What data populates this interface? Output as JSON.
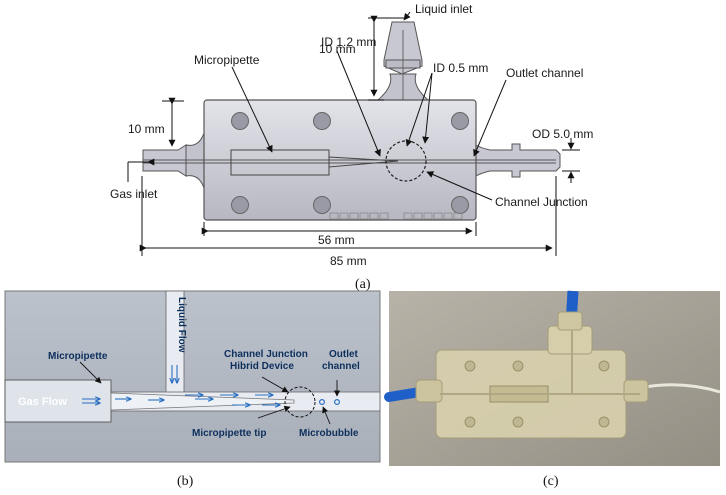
{
  "panel_a": {
    "caption": "(a)",
    "labels": {
      "liquid_inlet": "Liquid inlet",
      "dim_10mm_top": "10 mm",
      "micropipette": "Micropipette",
      "id_1_2": "ID 1.2 mm",
      "id_0_5": "ID 0.5 mm",
      "outlet_channel": "Outlet channel",
      "dim_10mm_left": "10 mm",
      "od_5_0": "OD 5.0 mm",
      "gas_inlet": "Gas inlet",
      "channel_junction": "Channel Junction",
      "dim_56mm": "56 mm",
      "dim_85mm": "85 mm"
    }
  },
  "panel_b": {
    "caption": "(b)",
    "labels": {
      "liquid_flow": "Liquid Flow",
      "micropipette": "Micropipette",
      "channel_junction_line1": "Channel Junction",
      "channel_junction_line2": "Hibrid Device",
      "outlet_line1": "Outlet",
      "outlet_line2": "channel",
      "gas_flow": "Gas Flow",
      "micropipette_tip": "Micropipette tip",
      "microbubble": "Microbubble"
    }
  },
  "panel_c": {
    "caption": "(c)"
  },
  "colors": {
    "device_body": "#c9c9d2",
    "flow_arrow": "#2a6fc0",
    "tube_blue": "#1f5fc8",
    "photo_bg": "#a8a49a"
  }
}
